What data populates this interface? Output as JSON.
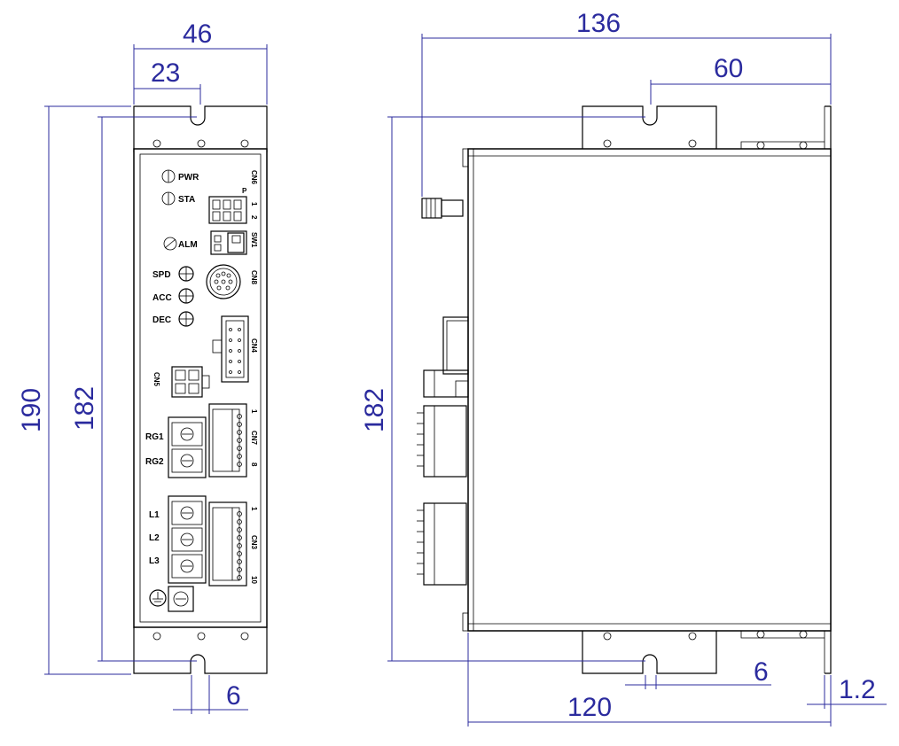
{
  "dimensions": {
    "front_width": "46",
    "front_half_width": "23",
    "front_total_height": "190",
    "front_hole_pitch": "182",
    "front_slot_width": "6",
    "side_total_width": "136",
    "side_hole_offset": "60",
    "side_hole_pitch": "182",
    "side_slot_width": "6",
    "side_body_width": "120",
    "side_bracket_thickness": "1.2"
  },
  "labels": {
    "pwr": "PWR",
    "sta": "STA",
    "alm": "ALM",
    "spd": "SPD",
    "acc": "ACC",
    "dec": "DEC",
    "rg1": "RG1",
    "rg2": "RG2",
    "l1": "L1",
    "l2": "L2",
    "l3": "L3",
    "cn6": "CN6",
    "sw1": "SW1",
    "cn8": "CN8",
    "cn4": "CN4",
    "cn5": "CN5",
    "cn7": "CN7",
    "cn3": "CN3",
    "pin1": "1",
    "pin2": "2",
    "pin8": "8",
    "pin10": "10",
    "pin_p": "P"
  },
  "colors": {
    "dimension": "#2b2b9e",
    "outline": "#000000"
  }
}
